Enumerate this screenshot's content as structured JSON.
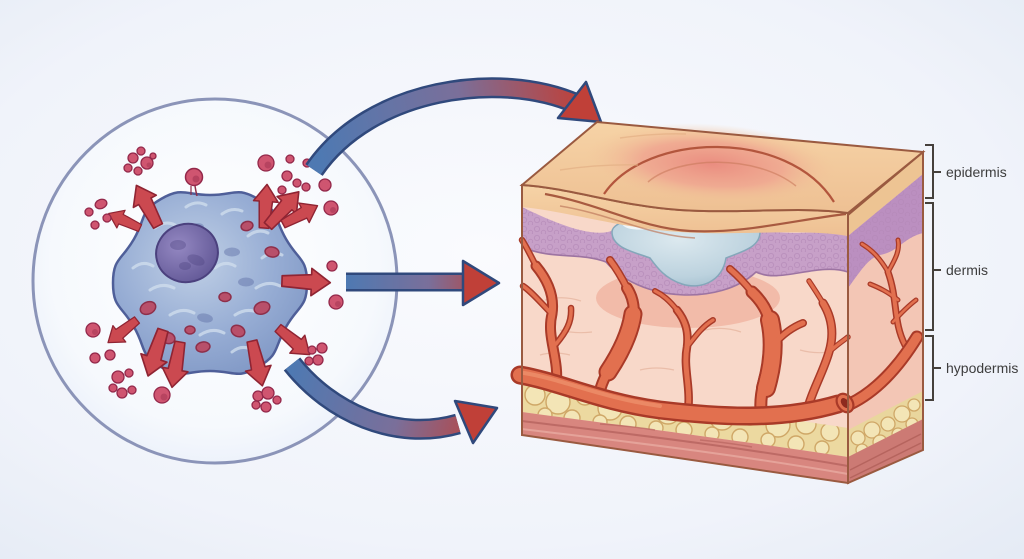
{
  "figure": {
    "name": "mast-cell-skin-reaction-diagram",
    "description": "A mast cell releasing granules (left, in magnifier circle) linked by three blue-to-red arrows to a skin cross-section block with an allergic wheal (right)",
    "skin_layer_labels": {
      "epidermis": "epidermis",
      "dermis": "dermis",
      "hypodermis": "hypodermis"
    }
  },
  "colors": {
    "background": "#e9eef7",
    "magnifier_ring": "#8b94b8",
    "cell_body": "#8ba4cf",
    "cell_outline": "#4f5f99",
    "nucleus": "#6a5ca3",
    "granule": "#cf5570",
    "granule_outline": "#93284a",
    "release_arrow": "#cb4950",
    "link_arrow_blue": "#4e79b2",
    "link_arrow_red": "#c04038",
    "skin_surface": "#f2c89a",
    "wheal": "#ec8f84",
    "epidermis_layer": "#c7a0c8",
    "dermis_layer": "#f8d8c9",
    "blood_vessel": "#e2704f",
    "edema_fluid": "#c3d6e2",
    "fat": "#f0dfa8",
    "muscle": "#d8867f",
    "label_text": "#3d3d3d",
    "bracket": "#45403b"
  }
}
